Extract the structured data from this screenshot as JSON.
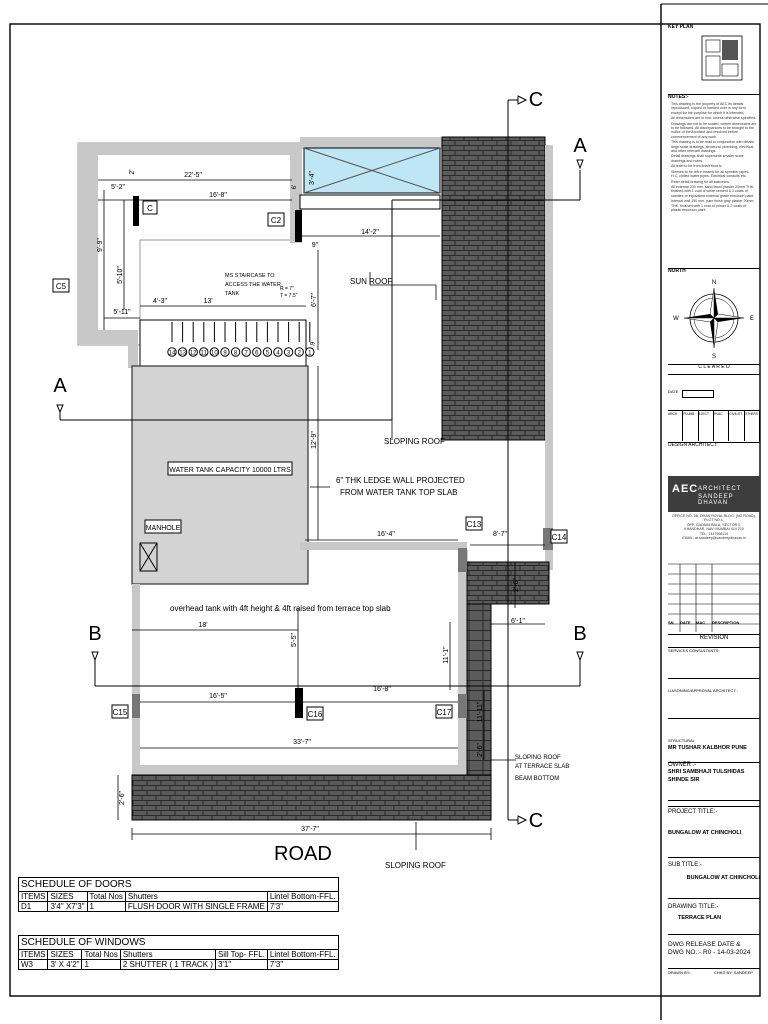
{
  "plan": {
    "section_a": "A",
    "section_b": "B",
    "section_c": "C",
    "columns": [
      "C5",
      "C",
      "C2",
      "C13",
      "C14",
      "C15",
      "C16",
      "C17"
    ],
    "dims": {
      "d22_5": "22'-5\"",
      "d16_8": "16'-8\"",
      "d5_2": "5'-2\"",
      "d2a": "2'",
      "d9_9": "9'-9\"",
      "d5_10": "5'-10\"",
      "d5_11": "5'-11\"",
      "d4_3": "4'-3\"",
      "d13": "13'",
      "d6_7": "6'-7\"",
      "d3_4": "3'-4\"",
      "d14_2": "14'-2\"",
      "d9": "9\"",
      "d6a": "6'",
      "d12_9": "12'-9\"",
      "d16_4": "16'-4\"",
      "d8_7": "8'-7\"",
      "d2_6a": "2'-6\"",
      "d6_1": "6'-1\"",
      "d18": "18'",
      "d5_5": "5'-5\"",
      "d11_1": "11'-1\"",
      "d16_5": "16'-5\"",
      "d16_8b": "16'-8\"",
      "d33_7": "33'-7\"",
      "d11_11": "11'-11\"",
      "d2_6b": "2'-6\"",
      "d2_6c": "2'-6\"",
      "d37_7": "37'-7\""
    },
    "staircase_note": [
      "MS STAIRCASE TO",
      "ACCESS THE WATER",
      "TANK"
    ],
    "riser_note": [
      "R = 7\"",
      "T = 7.5\""
    ],
    "steps": [
      "14",
      "13",
      "12",
      "11",
      "10",
      "9",
      "8",
      "7",
      "6",
      "5",
      "4",
      "3",
      "2",
      "1"
    ],
    "sun_roof": "SUN ROOF",
    "sloping_roof_top": "SLOPING ROOF",
    "water_tank": "WATER TANK CAPACITY 10000 LTRS",
    "ledge_note": [
      "6\" THK LEDGE WALL PROJECTED",
      "FROM WATER TANK TOP SLAB"
    ],
    "manhole": "MANHOLE",
    "overhead_note": "overhead tank with 4ft height & 4ft raised from terrace top slab",
    "sloping_roof_terrace": [
      "SLOPING ROOF",
      "AT TERRACE SLAB",
      "BEAM BOTTOM"
    ],
    "road": "ROAD",
    "sloping_roof_bottom": "SLOPING ROOF"
  },
  "doors": {
    "title": "SCHEDULE OF DOORS",
    "headers": [
      "ITEMS",
      "SIZES",
      "Total Nos",
      "Shutters",
      "Lintel Bottom-FFL."
    ],
    "rows": [
      [
        "D1",
        "3'4\" X7'3\"",
        "1",
        "FLUSH DOOR WITH SINGLE FRAME",
        "7'3\""
      ]
    ]
  },
  "windows": {
    "title": "SCHEDULE OF  WINDOWS",
    "headers": [
      "ITEMS",
      "SIZES",
      "Total Nos",
      "Shutters",
      "Sill Top- FFL.",
      "Lintel Bottom-FFL."
    ],
    "rows": [
      [
        "W3",
        "3' X 4'2\"",
        "1",
        "2 SHUTTER ( 1 TRACK )",
        "3'1\"",
        "7'3\""
      ]
    ]
  },
  "titleblock": {
    "key_plan": "KEY PLAN",
    "notes_title": "NOTES:-",
    "notes": [
      "This drawing is the property of AEC its details reproduced, copied or handed over in any form except for the purpose for which it is intended.",
      "All dimensions are in mm, unless otherwise specified.",
      "Drawings are not to be scaled, written dimensions are to be followed. All discrepancies to be brought to the notice of the Architect and resolved before commencement of any work.",
      "This drawing is to be read in conjunction with details large scale drawings, structural, plumbing, electrical and other relevant drawings.",
      "Detail drawings shall supersede smaller scale drawings and notes.",
      "All lintel to be from finish floor lv.",
      "Sleeves to be left in beams for all sprinkler pipes, H.C. chilled water pipes. Electrical conduits etc.",
      "Refer detail drawing for all balconies.",
      "All external 230 mm. sand faced plaster 20mm THK. finished with 1 coat of white cement & 2 coats of sandtex or equivalent external grade emulsion paint.",
      "Internal wall 150 mm. pare finish gray plaster 20mm THK. finished with 1 coat of primer & 2 coats of plastic emulsion paint."
    ],
    "north": "NORTH",
    "compass": [
      "N",
      "E",
      "S",
      "W"
    ],
    "cleared": "C L E A R E D",
    "date_label": "DATE",
    "cleared_cols": [
      "ARCH",
      "PLUMB",
      "ELECT",
      "HVAC",
      "CIVIL/ST.",
      "OTHERS"
    ],
    "design_architect": "DESIGN ARCHITECT:",
    "firm": [
      "ARCHITECT",
      "SANDEEP DHAVAN"
    ],
    "firm_mark": "AEC",
    "address": [
      "OFFICE NO. 5B, DHAN ROYAL BLDG. (NO ROAD), PLOT NO.1,",
      "OPP. GADAVA BALA, SECTOR 2,",
      "KHANDHAR, NAVI MUMBAI 410 210",
      "TEL: 7447998114",
      "EMAIL: ar.sandeep@sandeepdhavan.in"
    ],
    "rev_cols": [
      "SN",
      "DATE",
      "MAC",
      "DESCRIPTION"
    ],
    "revision": "REVISION",
    "services": "SERVICES CONSULTANTS:",
    "liaison": "LIASONING/APPROVAL ARCHITECT :",
    "structural": "STRUCTURAL",
    "structural_name": "MR TUSHAR KALBHOR PUNE",
    "owner_label": "OWNER :-",
    "owner_name": [
      "SHRI SAMBHAJI TULSHIDAS",
      "SHINDE SIR"
    ],
    "project_label": "PROJECT TITLE:-",
    "project_name": "BUNGALOW AT CHINCHOLI",
    "subtitle_label": "SUB TITLE:-",
    "subtitle_name": "BUNGALOW AT CHINCHOLI",
    "drawing_label": "DRAWING TITLE:-",
    "drawing_name": "TERRACE PLAN",
    "release": [
      "DWG RELEASE DATE &",
      "DWG NO.:- R0 - 14-03-2024"
    ],
    "drawn_by": "DRAWN BY:-",
    "checked_by": "CHKD BY: SANDEEP"
  },
  "colors": {
    "glass": "#bfe6f5",
    "tile": "#5a5a5a",
    "tank": "#d3d3d3",
    "wall": "#c8c8c8",
    "firm_bg": "#3d3d3d"
  }
}
